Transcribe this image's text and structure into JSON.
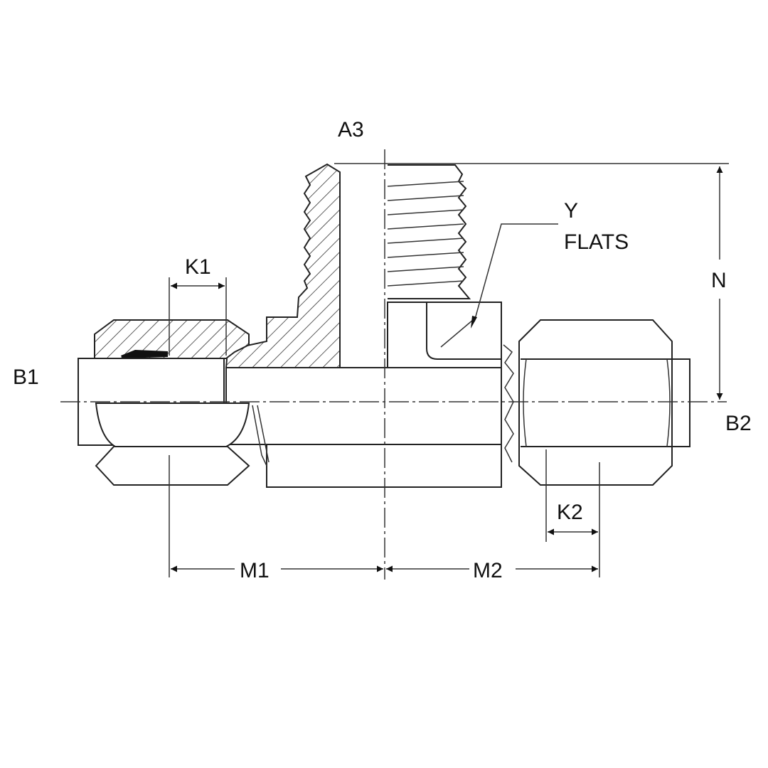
{
  "drawing": {
    "labels": {
      "a3": "A3",
      "y": "Y",
      "flats": "FLATS",
      "n": "N",
      "k1": "K1",
      "k2": "K2",
      "b1": "B1",
      "b2": "B2",
      "m1": "M1",
      "m2": "M2"
    },
    "line_color": "#222222",
    "background": "#ffffff"
  }
}
